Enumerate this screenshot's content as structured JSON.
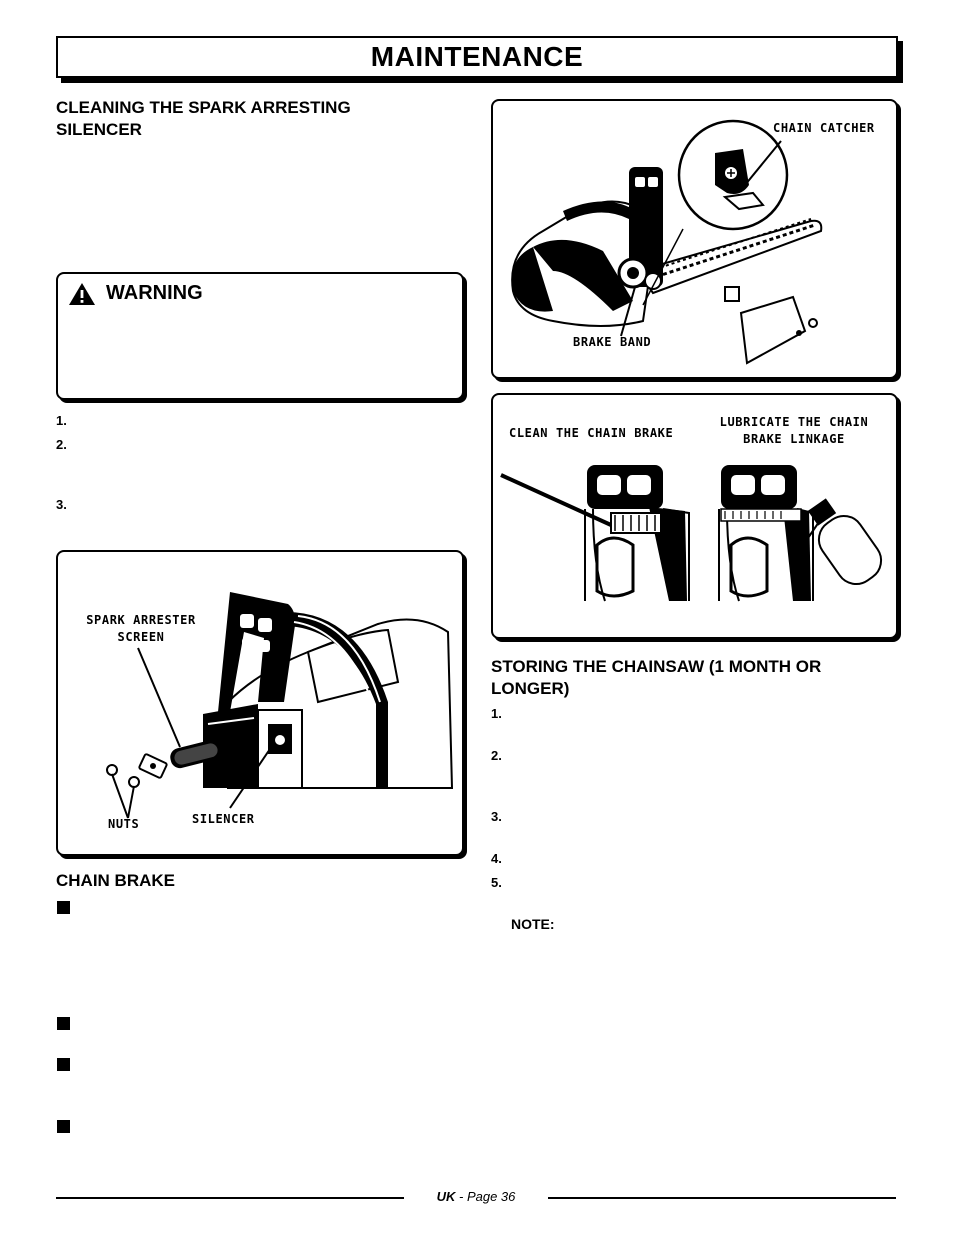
{
  "page": {
    "title": "MAINTENANCE",
    "footer_region": "UK",
    "footer_page": "- Page 36"
  },
  "left": {
    "section1_title": "CLEANING THE SPARK ARRESTING SILENCER",
    "warning_label": "WARNING",
    "steps": [
      "1.",
      "2.",
      "3."
    ],
    "figure1_labels": {
      "spark_arrester": "SPARK ARRESTER SCREEN",
      "nuts": "NUTS",
      "silencer": "SILENCER"
    },
    "section2_title": "CHAIN BRAKE"
  },
  "right": {
    "figure2_labels": {
      "chain_catcher": "CHAIN CATCHER",
      "brake_band": "BRAKE BAND"
    },
    "figure3_labels": {
      "clean": "CLEAN THE CHAIN BRAKE",
      "lubricate": "LUBRICATE THE CHAIN BRAKE LINKAGE"
    },
    "section3_title": "STORING THE CHAINSAW (1 MONTH OR LONGER)",
    "steps": [
      "1.",
      "2.",
      "3.",
      "4.",
      "5."
    ],
    "note_label": "NOTE:"
  }
}
